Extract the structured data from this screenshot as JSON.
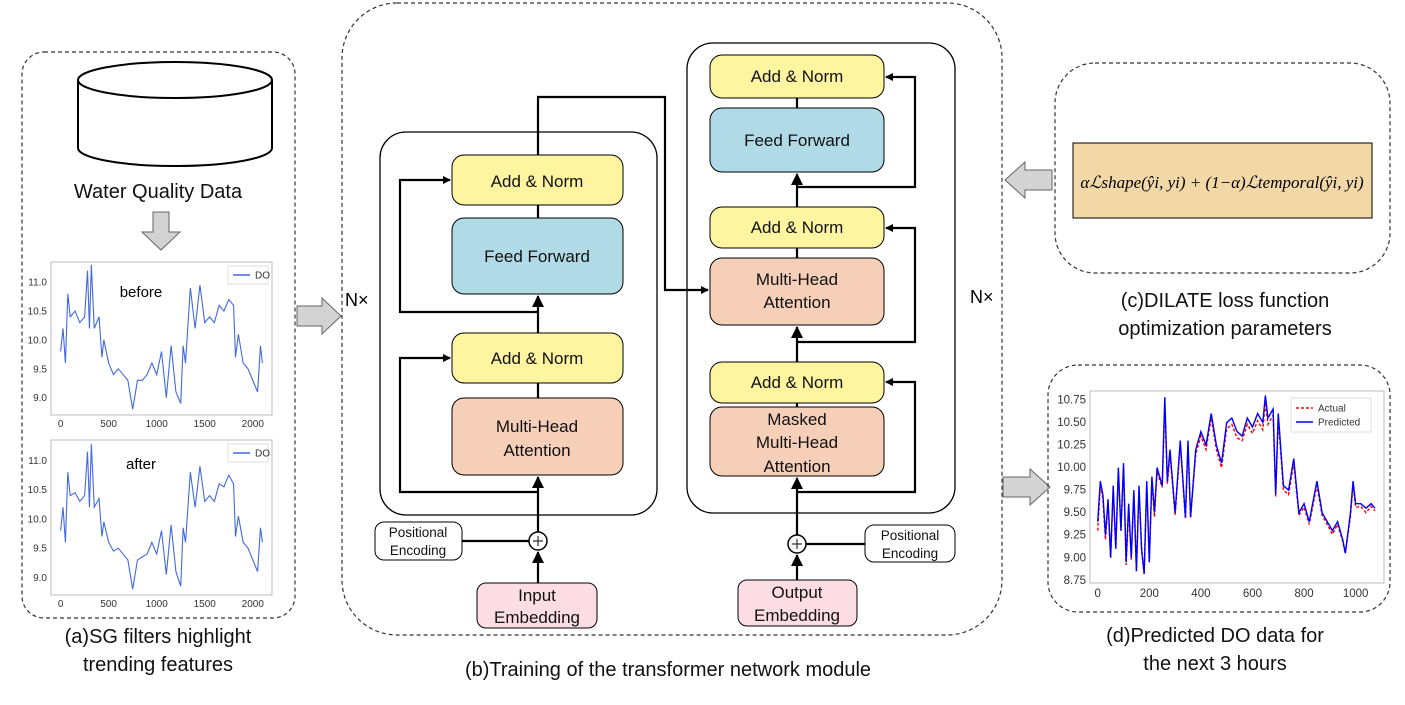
{
  "panel_a": {
    "database_label": "Water Quality Data",
    "caption_line1": "(a)SG filters highlight",
    "caption_line2": "trending features"
  },
  "panel_b": {
    "repeat_left": "N×",
    "repeat_right": "N×",
    "encoder": {
      "add_norm_top": "Add & Norm",
      "feed_forward": "Feed Forward",
      "add_norm_bottom": "Add & Norm",
      "attention": [
        "Multi-Head",
        "Attention"
      ]
    },
    "decoder": {
      "add_norm_top": "Add & Norm",
      "feed_forward": "Feed Forward",
      "add_norm_mid": "Add & Norm",
      "attention": [
        "Multi-Head",
        "Attention"
      ],
      "add_norm_bottom": "Add & Norm",
      "masked_attention": [
        "Masked",
        "Multi-Head",
        "Attention"
      ]
    },
    "positional_encoding_left": [
      "Positional",
      "Encoding"
    ],
    "positional_encoding_right": [
      "Positional",
      "Encoding"
    ],
    "input_embedding": [
      "Input",
      "Embedding"
    ],
    "output_embedding": [
      "Output",
      "Embedding"
    ],
    "caption": "(b)Training of the transformer network module"
  },
  "panel_c": {
    "formula": "αℒshape(ŷi, yi) + (1−α)ℒtemporal(ŷi, yi)",
    "caption_line1": "(c)DILATE loss function",
    "caption_line2": "optimization parameters"
  },
  "panel_d": {
    "caption_line1": "(d)Predicted DO data for",
    "caption_line2": "the next 3 hours"
  },
  "colors": {
    "add_norm": "#fff5a0",
    "feed_forward": "#b0dbe6",
    "attention": "#f6cfb8",
    "embedding": "#fcdde3",
    "formula_box": "#f2d8a6",
    "series_do": "#4169e1",
    "series_actual": "#ff0000",
    "series_predicted": "#0000ff"
  },
  "chart_data": [
    {
      "type": "line",
      "annotation": "before",
      "legend": "top-right",
      "xlim": [
        -100,
        2200
      ],
      "ylim": [
        8.7,
        11.35
      ],
      "xticks": [
        "0",
        "500",
        "1000",
        "1500",
        "2000"
      ],
      "yticks": [
        "9.0",
        "9.5",
        "10.0",
        "10.5",
        "11.0"
      ],
      "series": [
        {
          "name": "DO",
          "x": [
            0,
            25,
            50,
            75,
            100,
            150,
            200,
            250,
            280,
            300,
            320,
            350,
            400,
            430,
            450,
            500,
            550,
            600,
            650,
            700,
            750,
            800,
            850,
            900,
            950,
            1000,
            1050,
            1100,
            1150,
            1200,
            1250,
            1275,
            1300,
            1350,
            1400,
            1450,
            1500,
            1550,
            1600,
            1650,
            1700,
            1750,
            1800,
            1820,
            1850,
            1900,
            1950,
            2000,
            2050,
            2080,
            2100
          ],
          "y": [
            9.8,
            10.2,
            9.6,
            10.8,
            10.4,
            10.5,
            10.3,
            10.4,
            11.2,
            10.2,
            11.3,
            10.2,
            10.4,
            9.7,
            10.0,
            9.6,
            9.4,
            9.5,
            9.4,
            9.3,
            8.8,
            9.3,
            9.3,
            9.4,
            9.6,
            9.4,
            9.8,
            9.0,
            9.9,
            9.1,
            8.9,
            9.9,
            9.6,
            10.9,
            10.2,
            10.95,
            10.3,
            10.4,
            10.3,
            10.6,
            10.5,
            10.7,
            10.6,
            9.7,
            10.1,
            9.6,
            9.5,
            9.3,
            9.1,
            9.9,
            9.6
          ]
        }
      ]
    },
    {
      "type": "line",
      "annotation": "after",
      "legend": "top-right",
      "xlim": [
        -100,
        2200
      ],
      "ylim": [
        8.7,
        11.35
      ],
      "xticks": [
        "0",
        "500",
        "1000",
        "1500",
        "2000"
      ],
      "yticks": [
        "9.0",
        "9.5",
        "10.0",
        "10.5",
        "11.0"
      ],
      "series": [
        {
          "name": "DO",
          "x": [
            0,
            25,
            50,
            75,
            100,
            150,
            200,
            250,
            280,
            300,
            320,
            350,
            400,
            430,
            450,
            500,
            550,
            600,
            650,
            700,
            750,
            800,
            850,
            900,
            950,
            1000,
            1050,
            1100,
            1150,
            1200,
            1250,
            1275,
            1300,
            1350,
            1400,
            1450,
            1500,
            1550,
            1600,
            1650,
            1700,
            1750,
            1800,
            1820,
            1850,
            1900,
            1950,
            2000,
            2050,
            2080,
            2100
          ],
          "y": [
            9.8,
            10.2,
            9.6,
            10.8,
            10.4,
            10.45,
            10.3,
            10.4,
            11.15,
            10.2,
            11.28,
            10.2,
            10.35,
            9.7,
            9.95,
            9.6,
            9.45,
            9.5,
            9.4,
            9.3,
            8.8,
            9.3,
            9.35,
            9.4,
            9.6,
            9.4,
            9.8,
            9.05,
            9.9,
            9.1,
            8.85,
            9.85,
            9.6,
            10.8,
            10.2,
            10.9,
            10.3,
            10.4,
            10.3,
            10.6,
            10.55,
            10.75,
            10.6,
            9.7,
            10.05,
            9.6,
            9.5,
            9.3,
            9.1,
            9.85,
            9.6
          ]
        }
      ]
    },
    {
      "type": "line",
      "legend": "top-right",
      "xlim": [
        -30,
        1110
      ],
      "ylim": [
        8.72,
        10.85
      ],
      "xticks": [
        "0",
        "200",
        "400",
        "600",
        "800",
        "1000"
      ],
      "yticks": [
        "8.75",
        "9.00",
        "9.25",
        "9.50",
        "9.75",
        "10.00",
        "10.25",
        "10.50",
        "10.75"
      ],
      "series": [
        {
          "name": "Actual",
          "x": [
            0,
            10,
            20,
            30,
            40,
            50,
            60,
            70,
            80,
            90,
            100,
            110,
            120,
            130,
            140,
            150,
            160,
            170,
            180,
            190,
            200,
            210,
            220,
            230,
            250,
            260,
            270,
            280,
            300,
            320,
            340,
            350,
            360,
            380,
            400,
            420,
            440,
            460,
            480,
            500,
            520,
            540,
            560,
            580,
            600,
            620,
            640,
            650,
            660,
            680,
            690,
            700,
            720,
            740,
            760,
            780,
            800,
            820,
            840,
            850,
            870,
            890,
            910,
            930,
            950,
            960,
            980,
            990,
            1000,
            1020,
            1040,
            1060,
            1075
          ],
          "y": [
            9.3,
            9.8,
            9.65,
            9.2,
            9.6,
            9.0,
            9.75,
            9.1,
            9.95,
            9.3,
            10.0,
            8.92,
            9.55,
            8.98,
            9.7,
            8.85,
            9.75,
            9.08,
            8.82,
            9.8,
            8.95,
            9.85,
            9.45,
            9.95,
            9.78,
            10.7,
            9.82,
            10.15,
            9.47,
            10.25,
            9.43,
            10.25,
            9.45,
            10.15,
            10.35,
            10.2,
            10.55,
            10.2,
            10.0,
            10.43,
            10.48,
            10.33,
            10.3,
            10.48,
            10.38,
            10.52,
            10.42,
            10.72,
            10.48,
            10.58,
            9.68,
            10.55,
            9.75,
            9.7,
            10.05,
            9.47,
            9.56,
            9.37,
            9.66,
            9.8,
            9.47,
            9.37,
            9.26,
            9.37,
            9.18,
            9.05,
            9.46,
            9.8,
            9.56,
            9.57,
            9.5,
            9.57,
            9.52
          ]
        },
        {
          "name": "Predicted",
          "x": [
            0,
            10,
            20,
            30,
            40,
            50,
            60,
            70,
            80,
            90,
            100,
            110,
            120,
            130,
            140,
            150,
            160,
            170,
            180,
            190,
            200,
            210,
            220,
            230,
            250,
            260,
            270,
            280,
            300,
            320,
            340,
            350,
            360,
            380,
            400,
            420,
            440,
            460,
            480,
            500,
            520,
            540,
            560,
            580,
            600,
            620,
            640,
            650,
            660,
            680,
            690,
            700,
            720,
            740,
            760,
            780,
            800,
            820,
            840,
            850,
            870,
            890,
            910,
            930,
            950,
            960,
            980,
            990,
            1000,
            1020,
            1040,
            1060,
            1075
          ],
          "y": [
            9.4,
            9.85,
            9.7,
            9.25,
            9.65,
            9.0,
            9.8,
            9.1,
            10.0,
            9.3,
            10.05,
            8.95,
            9.6,
            9.0,
            9.75,
            8.85,
            9.8,
            9.1,
            8.82,
            9.85,
            8.95,
            9.9,
            9.5,
            10.0,
            9.8,
            10.78,
            9.85,
            10.2,
            9.5,
            10.3,
            9.45,
            10.3,
            9.45,
            10.2,
            10.4,
            10.25,
            10.6,
            10.25,
            10.05,
            10.5,
            10.55,
            10.4,
            10.35,
            10.55,
            10.45,
            10.6,
            10.5,
            10.8,
            10.55,
            10.65,
            9.7,
            10.6,
            9.8,
            9.75,
            10.1,
            9.5,
            9.6,
            9.4,
            9.7,
            9.85,
            9.5,
            9.4,
            9.3,
            9.4,
            9.2,
            9.05,
            9.5,
            9.85,
            9.6,
            9.6,
            9.55,
            9.6,
            9.55
          ]
        }
      ]
    }
  ]
}
